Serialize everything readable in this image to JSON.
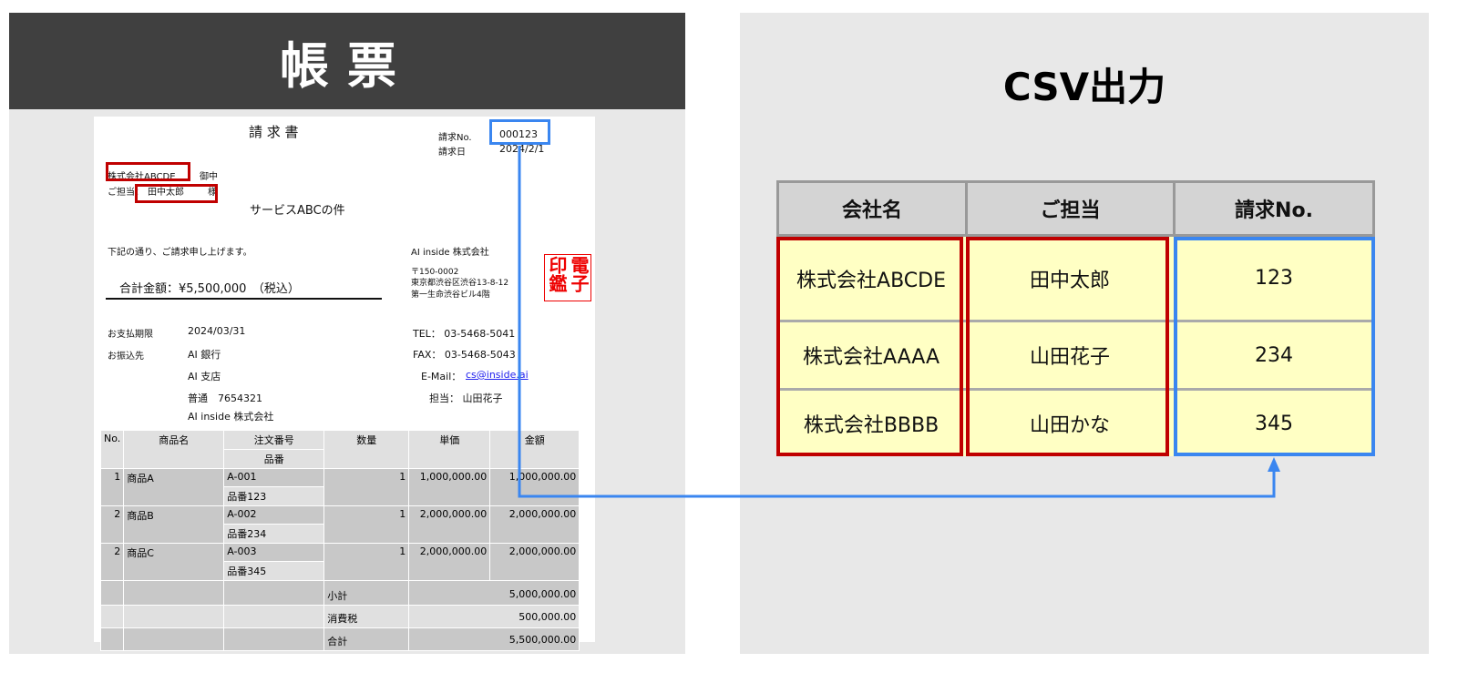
{
  "left_title": "帳票",
  "right_title": "CSV出力",
  "invoice": {
    "title": "請 求 書",
    "no_label": "請求No.",
    "no_value": "000123",
    "date_label": "請求日",
    "date_value": "2024/2/1",
    "company": "株式会社ABCDE",
    "onchu": "御中",
    "tanto_label": "ご担当：",
    "tanto_value": "田中太郎",
    "sama": "様",
    "subject": "サービスABCの件",
    "greeting": "下記の通り、ご請求申し上げます。",
    "total": "合計金額：¥5,500,000　（税込）",
    "issuer": "AI inside 株式会社",
    "postal": "〒150-0002",
    "address1": "東京都渋谷区渋谷13-8-12",
    "address2": "第一生命渋谷ビル4階",
    "stamp": "電子印鑑",
    "due_label": "お支払期限",
    "due_value": "2024/03/31",
    "bank_label": "お振込先",
    "bank": "AI 銀行",
    "branch": "AI 支店",
    "account": "普通　7654321",
    "holder": "AI inside 株式会社",
    "tel": "TEL：  03-5468-5041",
    "fax": "FAX：  03-5468-5043",
    "mail_label": "E-Mail：",
    "mail": "cs@inside.ai",
    "staff": "担当：  山田花子",
    "headers": [
      "No.",
      "商品名",
      "注文番号",
      "品番",
      "数量",
      "単価",
      "金額"
    ],
    "items": [
      {
        "no": "1",
        "name": "商品A",
        "order": "A-001",
        "part": "品番123",
        "qty": "1",
        "price": "1,000,000.00",
        "amount": "1,000,000.00"
      },
      {
        "no": "2",
        "name": "商品B",
        "order": "A-002",
        "part": "品番234",
        "qty": "1",
        "price": "2,000,000.00",
        "amount": "2,000,000.00"
      },
      {
        "no": "2",
        "name": "商品C",
        "order": "A-003",
        "part": "品番345",
        "qty": "1",
        "price": "2,000,000.00",
        "amount": "2,000,000.00"
      }
    ],
    "subtotal_label": "小計",
    "subtotal": "5,000,000.00",
    "tax_label": "消費税",
    "tax": "500,000.00",
    "grand_label": "合計",
    "grand": "5,500,000.00"
  },
  "csv": {
    "headers": [
      "会社名",
      "ご担当",
      "請求No."
    ],
    "rows": [
      [
        "株式会社ABCDE",
        "田中太郎",
        "123"
      ],
      [
        "株式会社AAAA",
        "山田花子",
        "234"
      ],
      [
        "株式会社BBBB",
        "山田かな",
        "345"
      ]
    ]
  },
  "colors": {
    "red": "#c00000",
    "blue": "#3a86f0",
    "yellow": "#ffffc4"
  }
}
